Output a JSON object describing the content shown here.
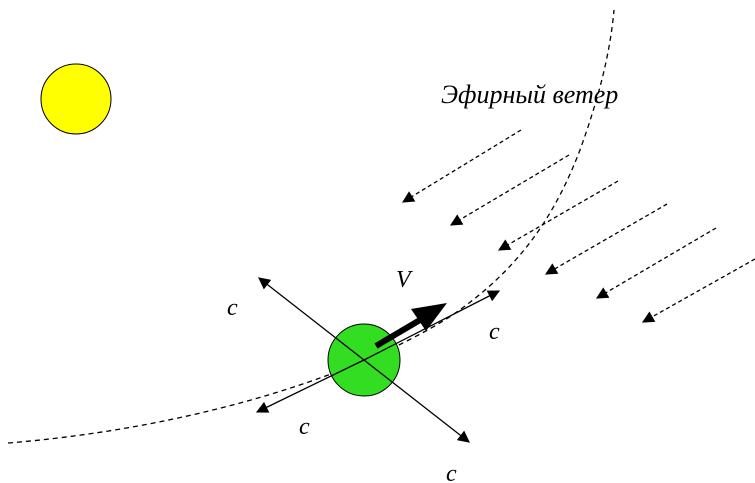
{
  "title": "Эфирный ветер",
  "velocity_label": "V",
  "light_speed_labels": [
    "c",
    "c",
    "c",
    "c"
  ],
  "colors": {
    "sun": "#FFFF00",
    "planet": "#33DD22",
    "stroke": "#000000"
  }
}
